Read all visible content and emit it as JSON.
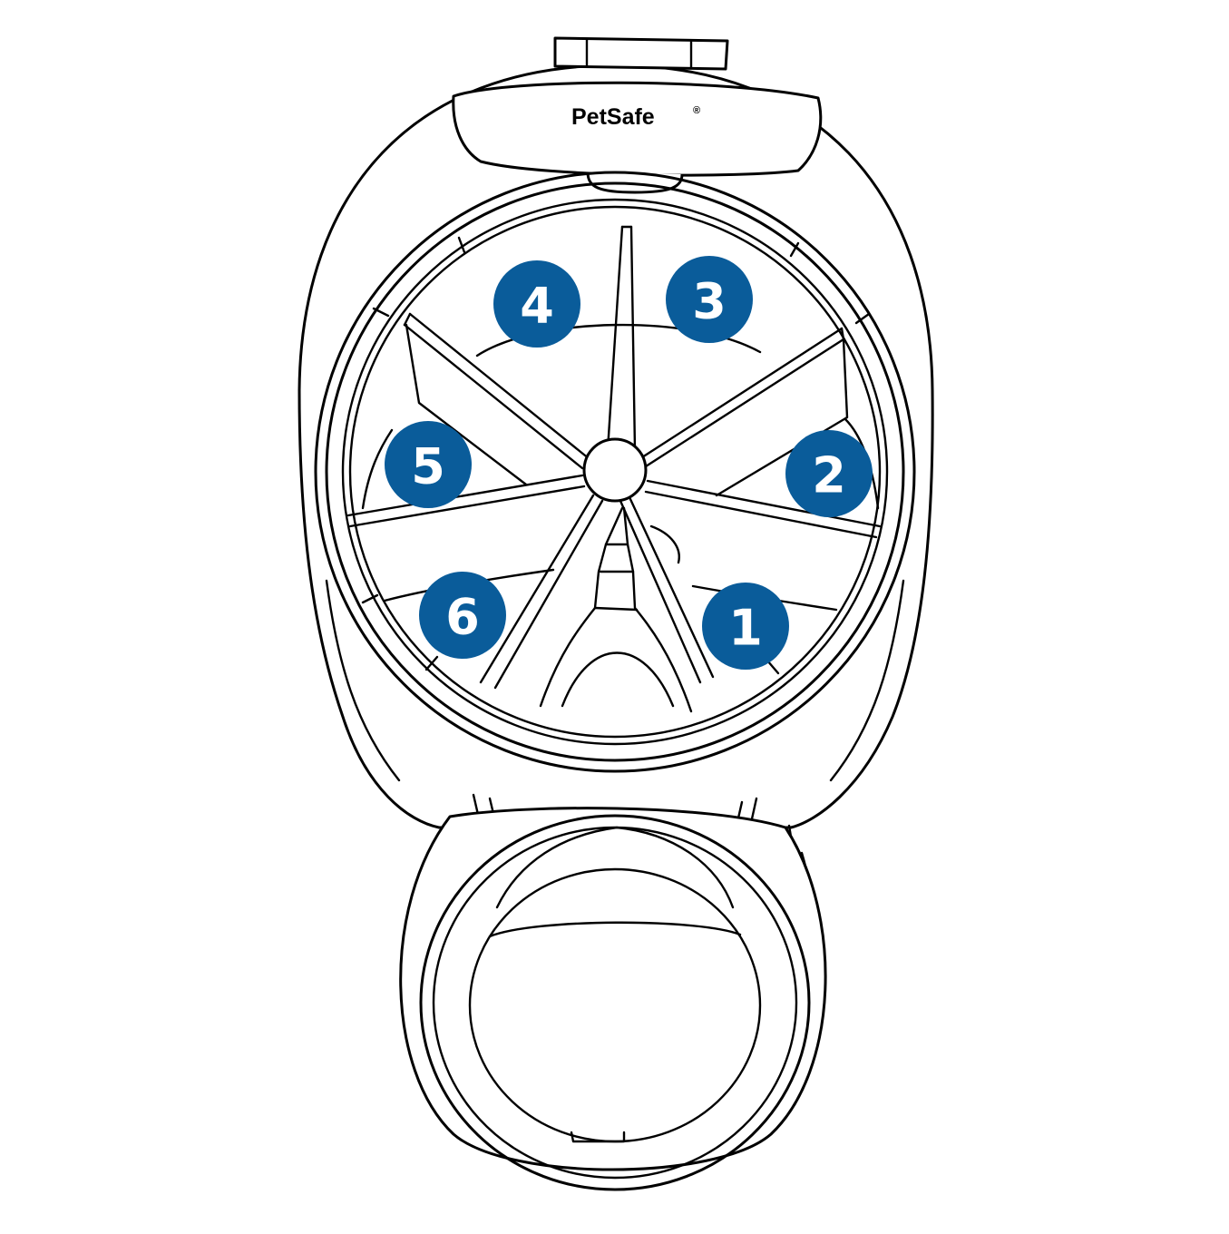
{
  "brand": {
    "name": "PetSafe",
    "registered_mark": "®"
  },
  "colors": {
    "badge_fill": "#0a5c9a",
    "line": "#000000",
    "background": "#ffffff"
  },
  "compartments": [
    {
      "id": 1,
      "label": "1"
    },
    {
      "id": 2,
      "label": "2"
    },
    {
      "id": 3,
      "label": "3"
    },
    {
      "id": 4,
      "label": "4"
    },
    {
      "id": 5,
      "label": "5"
    },
    {
      "id": 6,
      "label": "6"
    }
  ]
}
